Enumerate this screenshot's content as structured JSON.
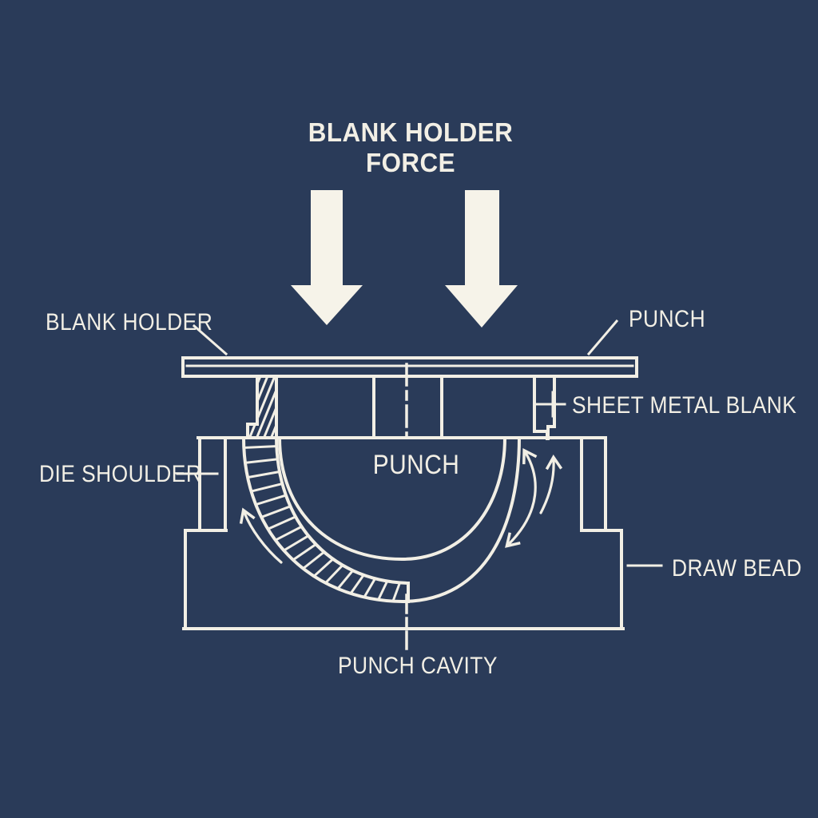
{
  "colors": {
    "background": "#2a3b59",
    "line": "#f2efe5",
    "text": "#f2efe5",
    "arrow_fill": "#f6f3e9"
  },
  "title": {
    "line1": "BLANK HOLDER",
    "line2": "FORCE"
  },
  "labels": {
    "blank_holder": "BLANK HOLDER",
    "punch_upper": "PUNCH",
    "sheet_metal_blank": "SHEET METAL BLANK",
    "punch_center": "PUNCH",
    "die_shoulder": "DIE SHOULDER",
    "draw_bead": "DRAW BEAD",
    "punch_cavity": "PUNCH CAVITY"
  },
  "icons": {
    "force_arrow_left": "down-arrow",
    "force_arrow_right": "down-arrow",
    "flow_arrow_left": "curved-up-arrow",
    "flow_arrow_right_long": "curved-double-arrow",
    "flow_arrow_right_short": "curved-up-arrow"
  }
}
